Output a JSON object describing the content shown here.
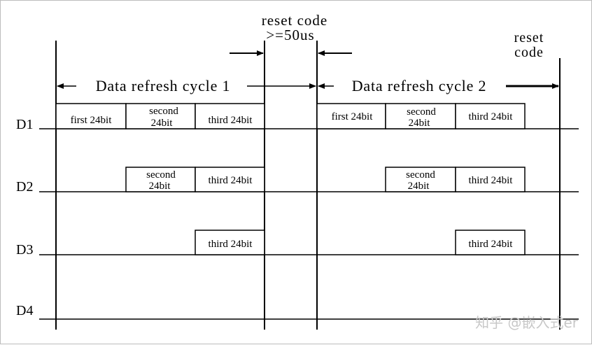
{
  "reset_code_center": {
    "line1": "reset code",
    "line2": ">=50us"
  },
  "reset_code_right": {
    "line1": "reset",
    "line2": "code"
  },
  "cycle1_label": "Data refresh cycle 1",
  "cycle2_label": "Data refresh cycle 2",
  "channels": [
    "D1",
    "D2",
    "D3",
    "D4"
  ],
  "blocks": {
    "first": "first 24bit",
    "second_l1": "second",
    "second_l2": "24bit",
    "third": "third 24bit"
  },
  "watermark": "知乎 @嵌入式er",
  "colors": {
    "line": "#000000",
    "watermark": "#c8c8c8"
  }
}
